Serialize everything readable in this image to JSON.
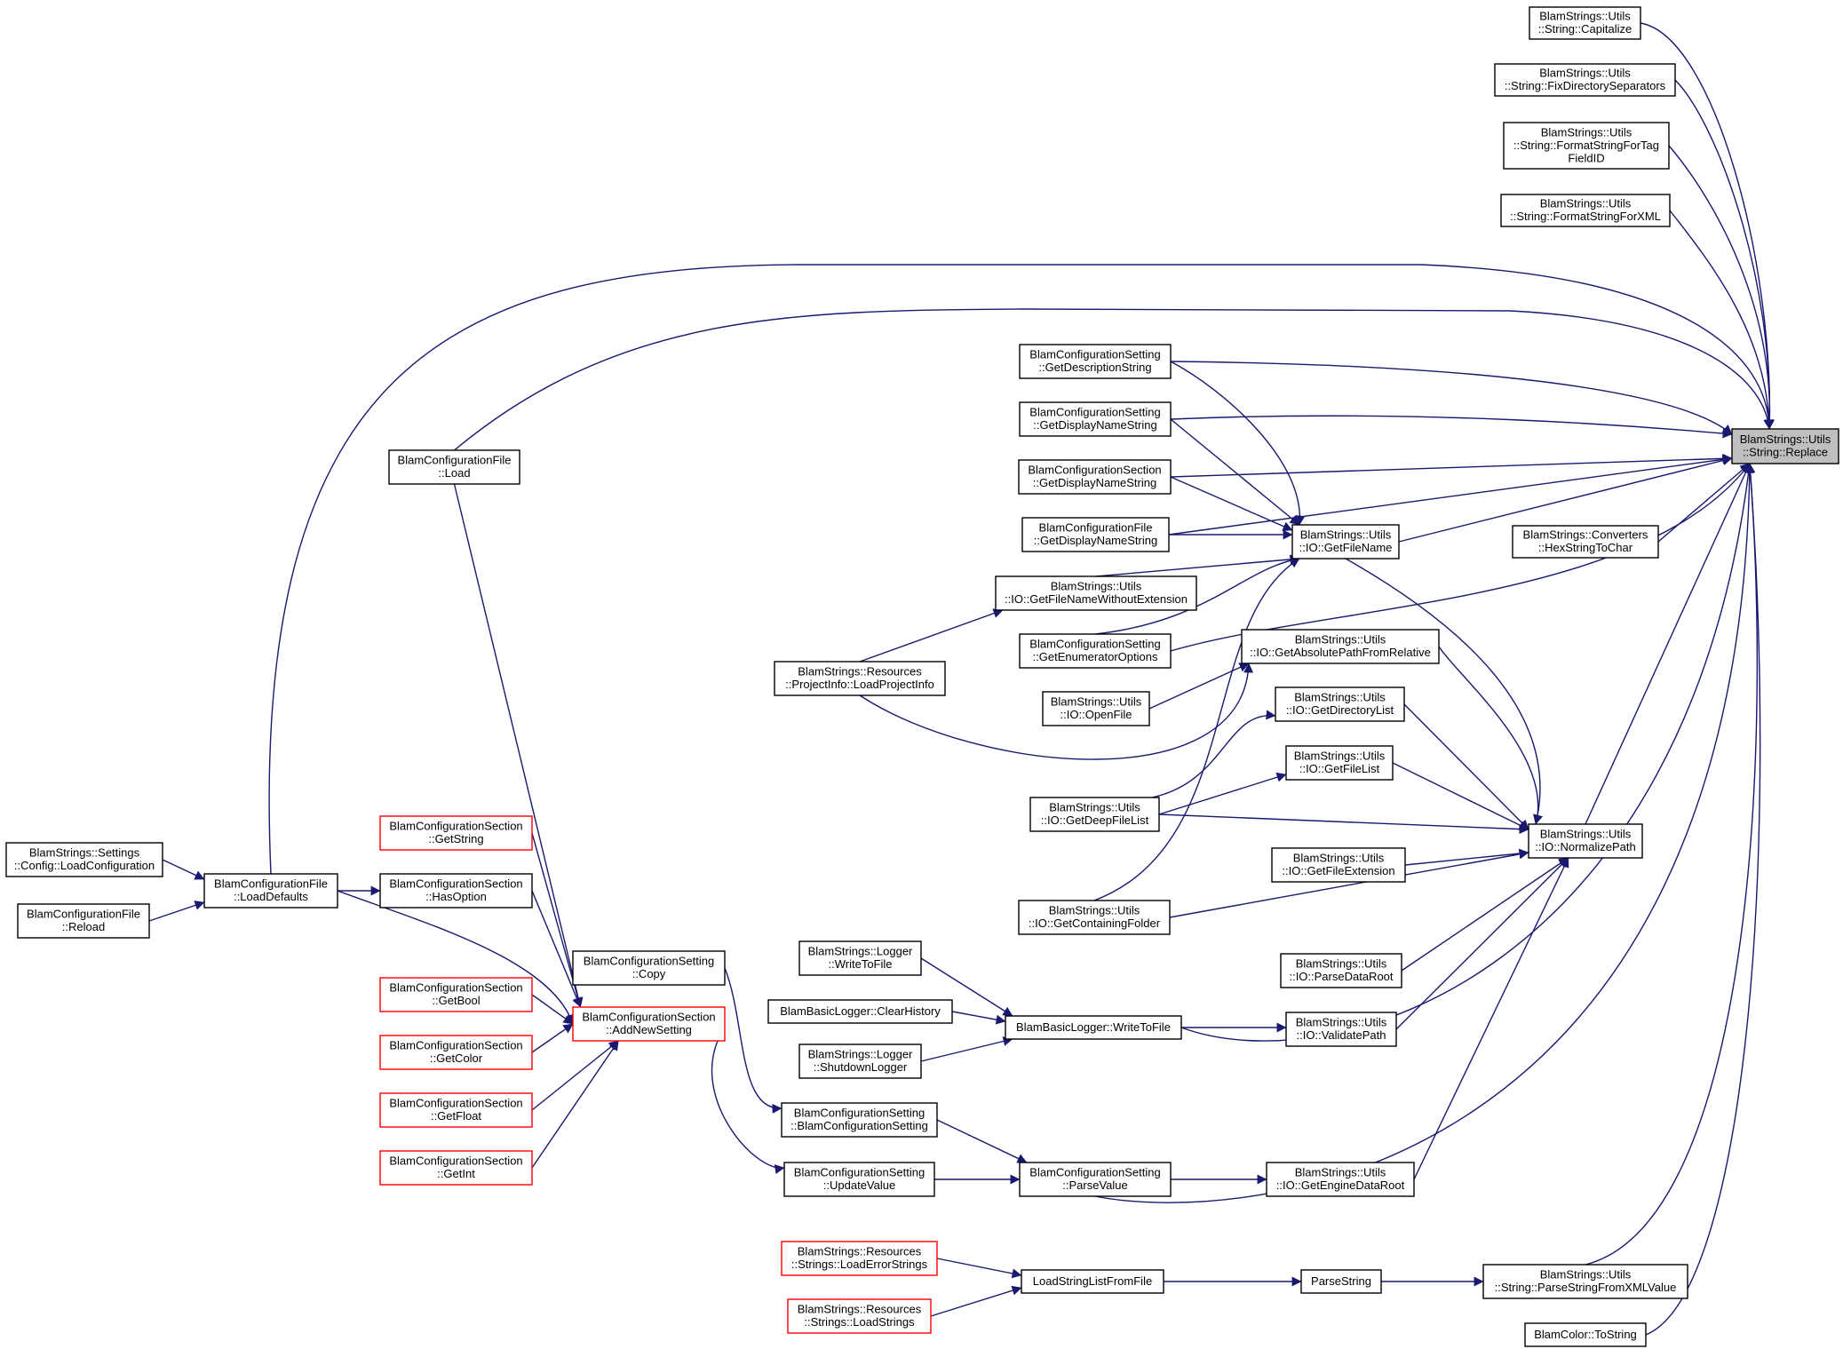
{
  "colors": {
    "edge": "#191970",
    "node_border": "#000000",
    "node_border_external": "#ff0000",
    "node_fill": "#ffffff",
    "node_fill_focus": "#bfbfbf"
  },
  "nodes": [
    {
      "id": "replace",
      "lines": [
        "BlamStrings::Utils",
        "::String::Replace"
      ],
      "style": "focus"
    },
    {
      "id": "capitalize",
      "lines": [
        "BlamStrings::Utils",
        "::String::Capitalize"
      ]
    },
    {
      "id": "fixdir",
      "lines": [
        "BlamStrings::Utils",
        "::String::FixDirectorySeparators"
      ]
    },
    {
      "id": "fmttag",
      "lines": [
        "BlamStrings::Utils",
        "::String::FormatStringForTag",
        "FieldID"
      ]
    },
    {
      "id": "fmtxml",
      "lines": [
        "BlamStrings::Utils",
        "::String::FormatStringForXML"
      ]
    },
    {
      "id": "hexstr",
      "lines": [
        "BlamStrings::Converters",
        "::HexStringToChar"
      ]
    },
    {
      "id": "cs_getdesc",
      "lines": [
        "BlamConfigurationSetting",
        "::GetDescriptionString"
      ]
    },
    {
      "id": "cs_getdisp",
      "lines": [
        "BlamConfigurationSetting",
        "::GetDisplayNameString"
      ]
    },
    {
      "id": "csec_getdisp",
      "lines": [
        "BlamConfigurationSection",
        "::GetDisplayNameString"
      ]
    },
    {
      "id": "cf_getdisp",
      "lines": [
        "BlamConfigurationFile",
        "::GetDisplayNameString"
      ]
    },
    {
      "id": "getfilename",
      "lines": [
        "BlamStrings::Utils",
        "::IO::GetFileName"
      ]
    },
    {
      "id": "getfnnoext",
      "lines": [
        "BlamStrings::Utils",
        "::IO::GetFileNameWithoutExtension"
      ]
    },
    {
      "id": "cs_getenum",
      "lines": [
        "BlamConfigurationSetting",
        "::GetEnumeratorOptions"
      ]
    },
    {
      "id": "getabspath",
      "lines": [
        "BlamStrings::Utils",
        "::IO::GetAbsolutePathFromRelative"
      ]
    },
    {
      "id": "loadproj",
      "lines": [
        "BlamStrings::Resources",
        "::ProjectInfo::LoadProjectInfo"
      ]
    },
    {
      "id": "openfile",
      "lines": [
        "BlamStrings::Utils",
        "::IO::OpenFile"
      ]
    },
    {
      "id": "getdirlist",
      "lines": [
        "BlamStrings::Utils",
        "::IO::GetDirectoryList"
      ]
    },
    {
      "id": "getfilelist",
      "lines": [
        "BlamStrings::Utils",
        "::IO::GetFileList"
      ]
    },
    {
      "id": "getdeeplist",
      "lines": [
        "BlamStrings::Utils",
        "::IO::GetDeepFileList"
      ]
    },
    {
      "id": "normpath",
      "lines": [
        "BlamStrings::Utils",
        "::IO::NormalizePath"
      ]
    },
    {
      "id": "getfileext",
      "lines": [
        "BlamStrings::Utils",
        "::IO::GetFileExtension"
      ]
    },
    {
      "id": "getcontfolder",
      "lines": [
        "BlamStrings::Utils",
        "::IO::GetContainingFolder"
      ]
    },
    {
      "id": "parsedataroot",
      "lines": [
        "BlamStrings::Utils",
        "::IO::ParseDataRoot"
      ]
    },
    {
      "id": "validatepath",
      "lines": [
        "BlamStrings::Utils",
        "::IO::ValidatePath"
      ]
    },
    {
      "id": "cf_load",
      "lines": [
        "BlamConfigurationFile",
        "::Load"
      ]
    },
    {
      "id": "loadconfig",
      "lines": [
        "BlamStrings::Settings",
        "::Config::LoadConfiguration"
      ]
    },
    {
      "id": "cf_reload",
      "lines": [
        "BlamConfigurationFile",
        "::Reload"
      ]
    },
    {
      "id": "cf_loaddef",
      "lines": [
        "BlamConfigurationFile",
        "::LoadDefaults"
      ]
    },
    {
      "id": "csec_getstring",
      "lines": [
        "BlamConfigurationSection",
        "::GetString"
      ],
      "style": "external"
    },
    {
      "id": "csec_hasopt",
      "lines": [
        "BlamConfigurationSection",
        "::HasOption"
      ]
    },
    {
      "id": "csec_getbool",
      "lines": [
        "BlamConfigurationSection",
        "::GetBool"
      ],
      "style": "external"
    },
    {
      "id": "csec_getcolor",
      "lines": [
        "BlamConfigurationSection",
        "::GetColor"
      ],
      "style": "external"
    },
    {
      "id": "csec_getfloat",
      "lines": [
        "BlamConfigurationSection",
        "::GetFloat"
      ],
      "style": "external"
    },
    {
      "id": "csec_getint",
      "lines": [
        "BlamConfigurationSection",
        "::GetInt"
      ],
      "style": "external"
    },
    {
      "id": "csec_addnew",
      "lines": [
        "BlamConfigurationSection",
        "::AddNewSetting"
      ],
      "style": "external"
    },
    {
      "id": "cs_copy",
      "lines": [
        "BlamConfigurationSetting",
        "::Copy"
      ]
    },
    {
      "id": "logger_write",
      "lines": [
        "BlamStrings::Logger",
        "::WriteToFile"
      ]
    },
    {
      "id": "bbl_clear",
      "lines": [
        "BlamBasicLogger::ClearHistory"
      ]
    },
    {
      "id": "logger_shutdown",
      "lines": [
        "BlamStrings::Logger",
        "::ShutdownLogger"
      ]
    },
    {
      "id": "bbl_write",
      "lines": [
        "BlamBasicLogger::WriteToFile"
      ]
    },
    {
      "id": "cs_ctor",
      "lines": [
        "BlamConfigurationSetting",
        "::BlamConfigurationSetting"
      ]
    },
    {
      "id": "cs_update",
      "lines": [
        "BlamConfigurationSetting",
        "::UpdateValue"
      ]
    },
    {
      "id": "cs_parse",
      "lines": [
        "BlamConfigurationSetting",
        "::ParseValue"
      ]
    },
    {
      "id": "getengroot",
      "lines": [
        "BlamStrings::Utils",
        "::IO::GetEngineDataRoot"
      ]
    },
    {
      "id": "loaderr",
      "lines": [
        "BlamStrings::Resources",
        "::Strings::LoadErrorStrings"
      ],
      "style": "external"
    },
    {
      "id": "loadstrings",
      "lines": [
        "BlamStrings::Resources",
        "::Strings::LoadStrings"
      ],
      "style": "external"
    },
    {
      "id": "loadstrlist",
      "lines": [
        "LoadStringListFromFile"
      ]
    },
    {
      "id": "parsestring",
      "lines": [
        "ParseString"
      ]
    },
    {
      "id": "parsexml",
      "lines": [
        "BlamStrings::Utils",
        "::String::ParseStringFromXMLValue"
      ]
    },
    {
      "id": "colortostr",
      "lines": [
        "BlamColor::ToString"
      ]
    }
  ],
  "edges": [
    {
      "from": "capitalize",
      "to": "replace"
    },
    {
      "from": "fixdir",
      "to": "replace"
    },
    {
      "from": "fmttag",
      "to": "replace"
    },
    {
      "from": "fmtxml",
      "to": "replace"
    },
    {
      "from": "cf_loaddef",
      "to": "replace"
    },
    {
      "from": "cf_load",
      "to": "replace"
    },
    {
      "from": "cs_getdesc",
      "to": "replace"
    },
    {
      "from": "cs_getdisp",
      "to": "replace"
    },
    {
      "from": "csec_getdisp",
      "to": "replace"
    },
    {
      "from": "cf_getdisp",
      "to": "replace"
    },
    {
      "from": "hexstr",
      "to": "replace"
    },
    {
      "from": "cs_getenum",
      "to": "replace"
    },
    {
      "from": "normpath",
      "to": "replace"
    },
    {
      "from": "getfilename",
      "to": "replace"
    },
    {
      "from": "bbl_write",
      "to": "replace"
    },
    {
      "from": "cs_parse",
      "to": "replace"
    },
    {
      "from": "parsexml",
      "to": "replace"
    },
    {
      "from": "colortostr",
      "to": "replace"
    },
    {
      "from": "cs_getdesc",
      "to": "getfilename"
    },
    {
      "from": "cs_getdisp",
      "to": "getfilename"
    },
    {
      "from": "csec_getdisp",
      "to": "getfilename"
    },
    {
      "from": "cf_getdisp",
      "to": "getfilename"
    },
    {
      "from": "getfnnoext",
      "to": "getfilename"
    },
    {
      "from": "cs_getenum",
      "to": "getfilename"
    },
    {
      "from": "getcontfolder",
      "to": "getfilename"
    },
    {
      "from": "getfilename",
      "to": "normpath"
    },
    {
      "from": "loadproj",
      "to": "getfnnoext"
    },
    {
      "from": "loadproj",
      "to": "getabspath"
    },
    {
      "from": "openfile",
      "to": "getabspath"
    },
    {
      "from": "getabspath",
      "to": "normpath"
    },
    {
      "from": "getdeeplist",
      "to": "getdirlist"
    },
    {
      "from": "getdeeplist",
      "to": "getfilelist"
    },
    {
      "from": "getdirlist",
      "to": "normpath"
    },
    {
      "from": "getfilelist",
      "to": "normpath"
    },
    {
      "from": "getdeeplist",
      "to": "normpath"
    },
    {
      "from": "getfileext",
      "to": "normpath"
    },
    {
      "from": "getcontfolder",
      "to": "normpath"
    },
    {
      "from": "parsedataroot",
      "to": "normpath"
    },
    {
      "from": "validatepath",
      "to": "normpath"
    },
    {
      "from": "getengroot",
      "to": "normpath"
    },
    {
      "from": "bbl_write",
      "to": "validatepath"
    },
    {
      "from": "loadconfig",
      "to": "cf_loaddef"
    },
    {
      "from": "cf_reload",
      "to": "cf_loaddef"
    },
    {
      "from": "cf_loaddef",
      "to": "csec_hasopt"
    },
    {
      "from": "cf_loaddef",
      "to": "csec_addnew"
    },
    {
      "from": "cf_load",
      "to": "csec_addnew"
    },
    {
      "from": "csec_getstring",
      "to": "csec_addnew"
    },
    {
      "from": "csec_hasopt",
      "to": "csec_addnew"
    },
    {
      "from": "csec_getbool",
      "to": "csec_addnew"
    },
    {
      "from": "csec_getcolor",
      "to": "csec_addnew"
    },
    {
      "from": "csec_getfloat",
      "to": "csec_addnew"
    },
    {
      "from": "csec_getint",
      "to": "csec_addnew"
    },
    {
      "from": "csec_addnew",
      "to": "cs_update"
    },
    {
      "from": "cs_copy",
      "to": "cs_ctor"
    },
    {
      "from": "logger_write",
      "to": "bbl_write"
    },
    {
      "from": "bbl_clear",
      "to": "bbl_write"
    },
    {
      "from": "logger_shutdown",
      "to": "bbl_write"
    },
    {
      "from": "cs_ctor",
      "to": "cs_parse"
    },
    {
      "from": "cs_update",
      "to": "cs_parse"
    },
    {
      "from": "cs_parse",
      "to": "getengroot"
    },
    {
      "from": "loaderr",
      "to": "loadstrlist"
    },
    {
      "from": "loadstrings",
      "to": "loadstrlist"
    },
    {
      "from": "loadstrlist",
      "to": "parsestring"
    },
    {
      "from": "parsestring",
      "to": "parsexml"
    }
  ]
}
